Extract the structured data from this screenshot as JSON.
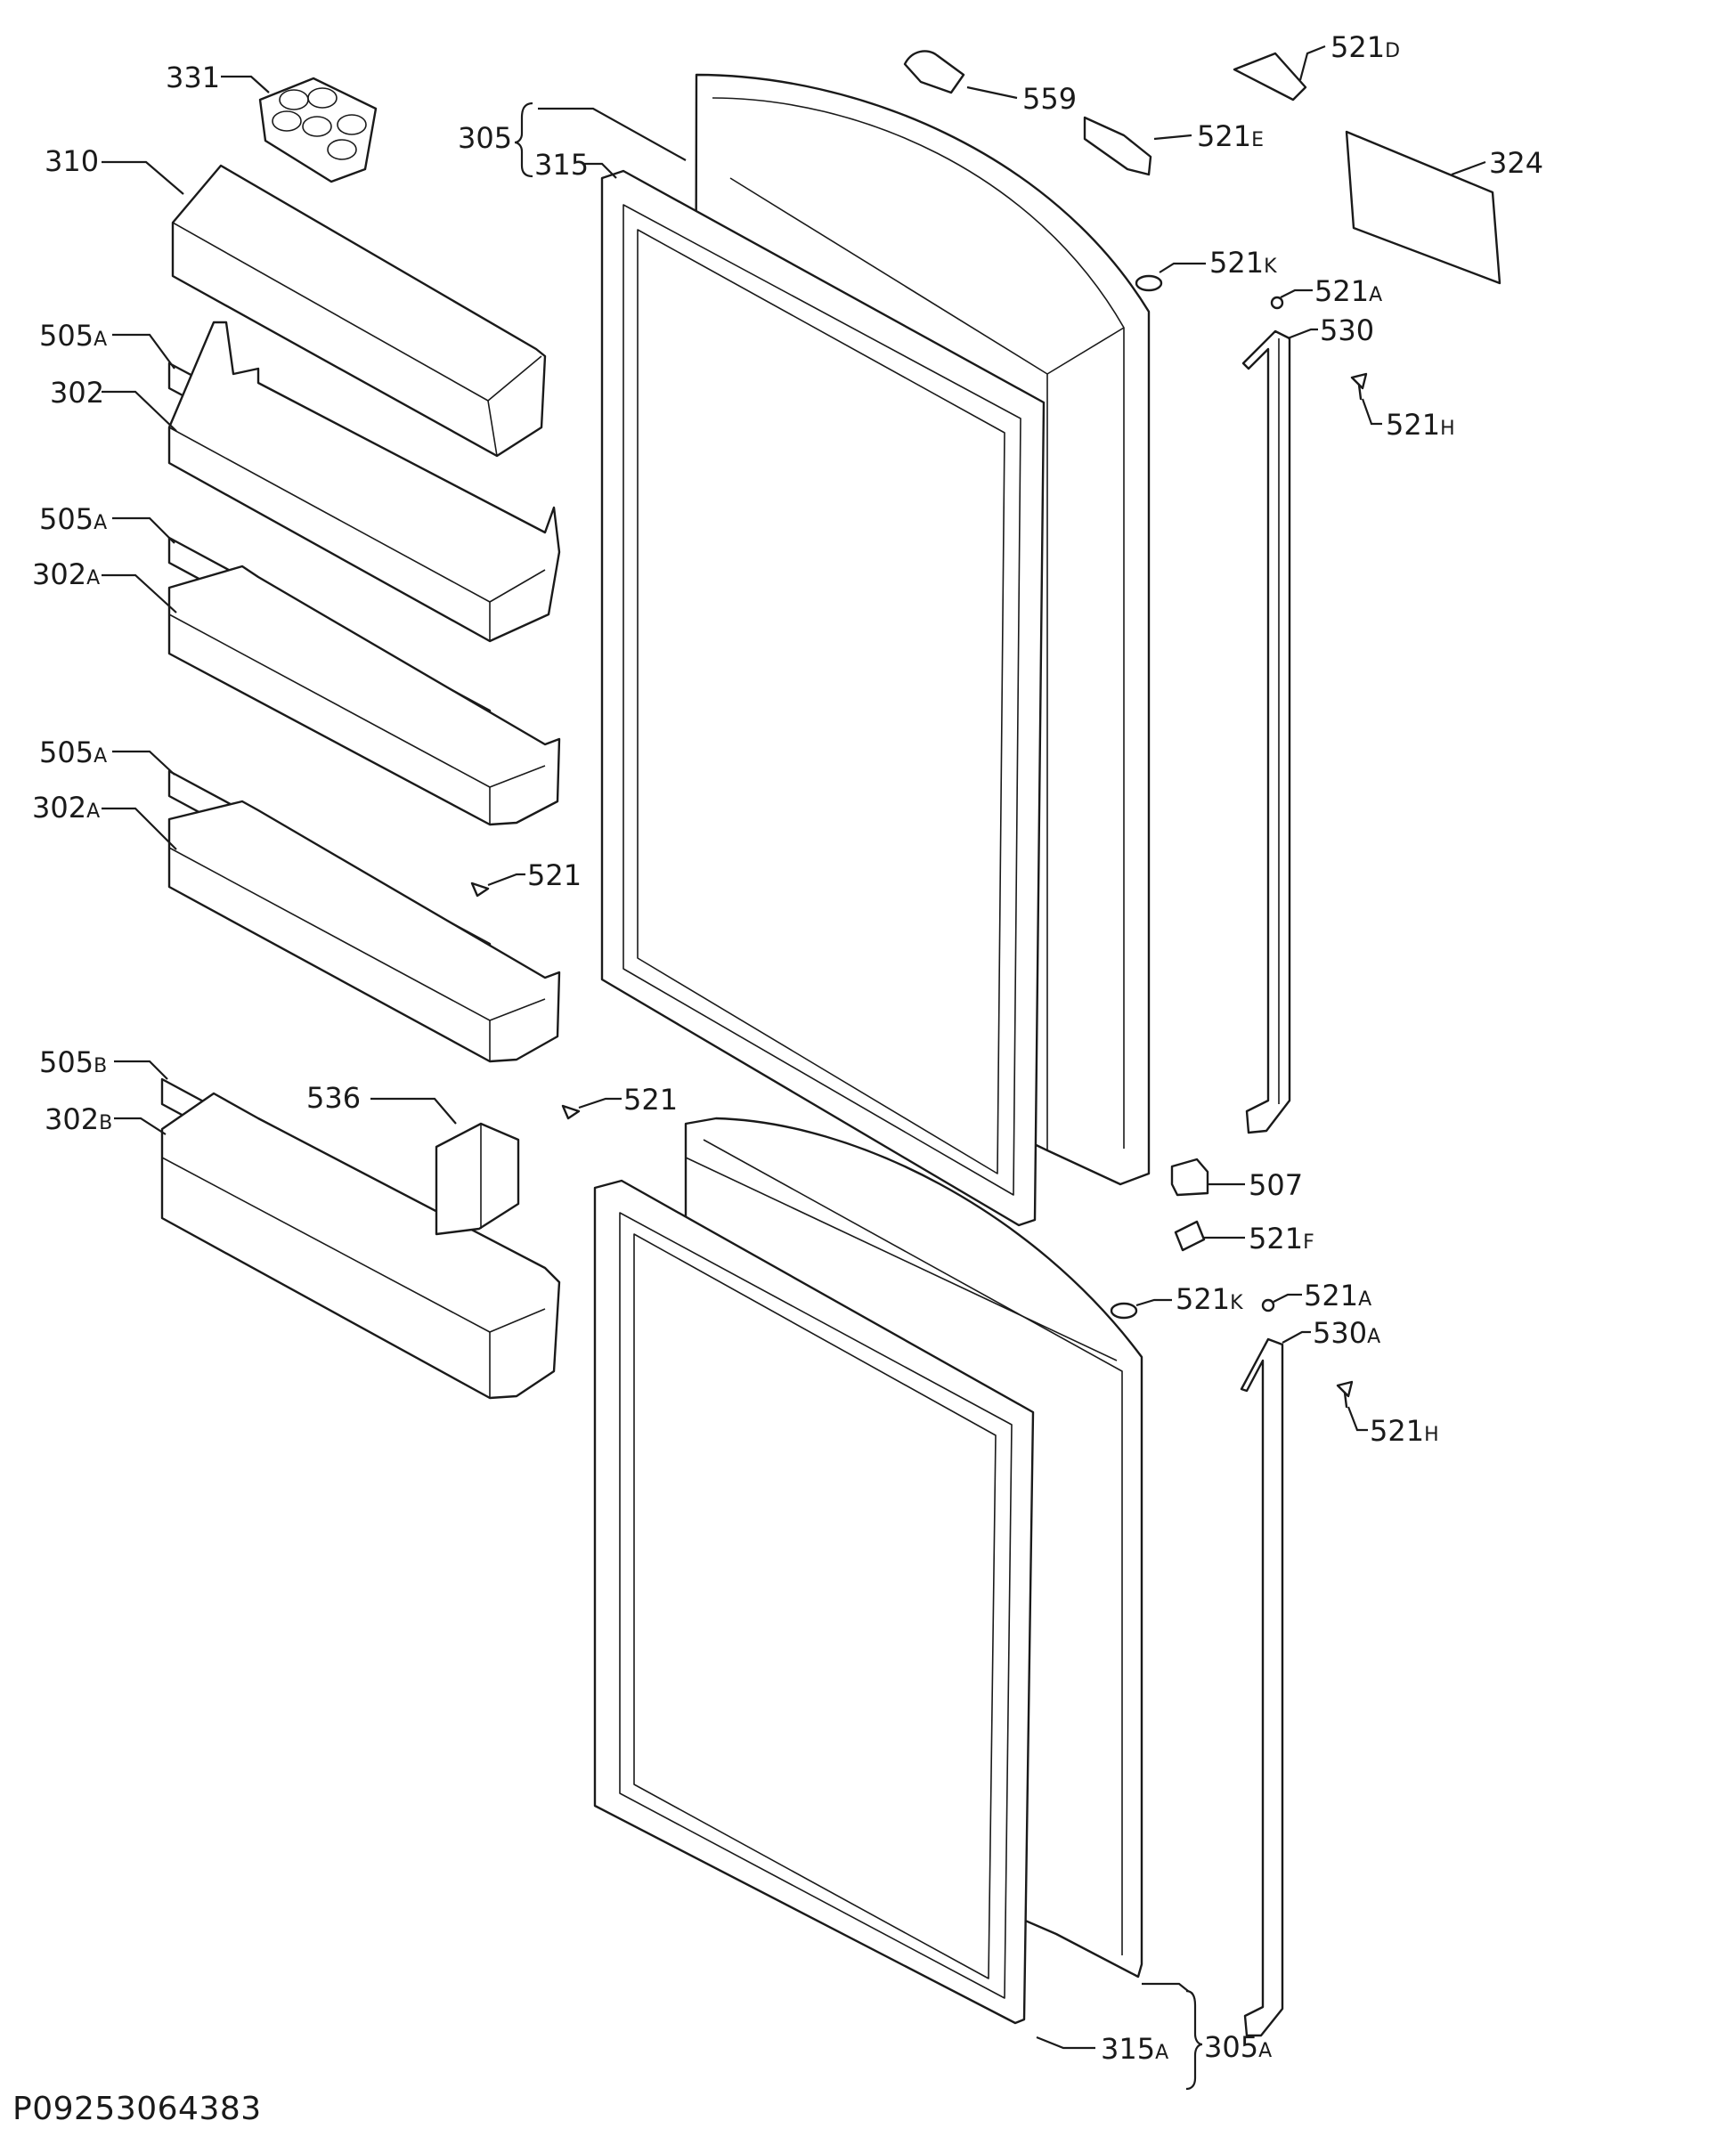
{
  "labels": {
    "p331": "331",
    "p310": "310",
    "p505a_1": "505",
    "p302": "302",
    "p505a_2": "505",
    "p302a_1": "302",
    "p505a_3": "505",
    "p302a_2": "302",
    "p505b": "505",
    "p302b": "302",
    "p536": "536",
    "p305": "305",
    "p315": "315",
    "p559": "559",
    "p521e": "521",
    "p521d": "521",
    "p324": "324",
    "p521k_1": "521",
    "p521a_1": "521",
    "p530": "530",
    "p521h_1": "521",
    "p521_1": "521",
    "p521_2": "521",
    "p507": "507",
    "p521f": "521",
    "p521k_2": "521",
    "p521a_2": "521",
    "p530a": "530",
    "p521h_2": "521",
    "p315a": "315",
    "p305a": "305"
  },
  "suffixes": {
    "p505a_1": "A",
    "p505a_2": "A",
    "p302a_1": "A",
    "p505a_3": "A",
    "p302a_2": "A",
    "p505b": "B",
    "p302b": "B",
    "p521e": "E",
    "p521d": "D",
    "p521k_1": "K",
    "p521a_1": "A",
    "p521h_1": "H",
    "p521f": "F",
    "p521k_2": "K",
    "p521a_2": "A",
    "p530a": "A",
    "p521h_2": "H",
    "p315a": "A",
    "p305a": "A"
  },
  "footer": {
    "document_code": "P09253064383"
  }
}
